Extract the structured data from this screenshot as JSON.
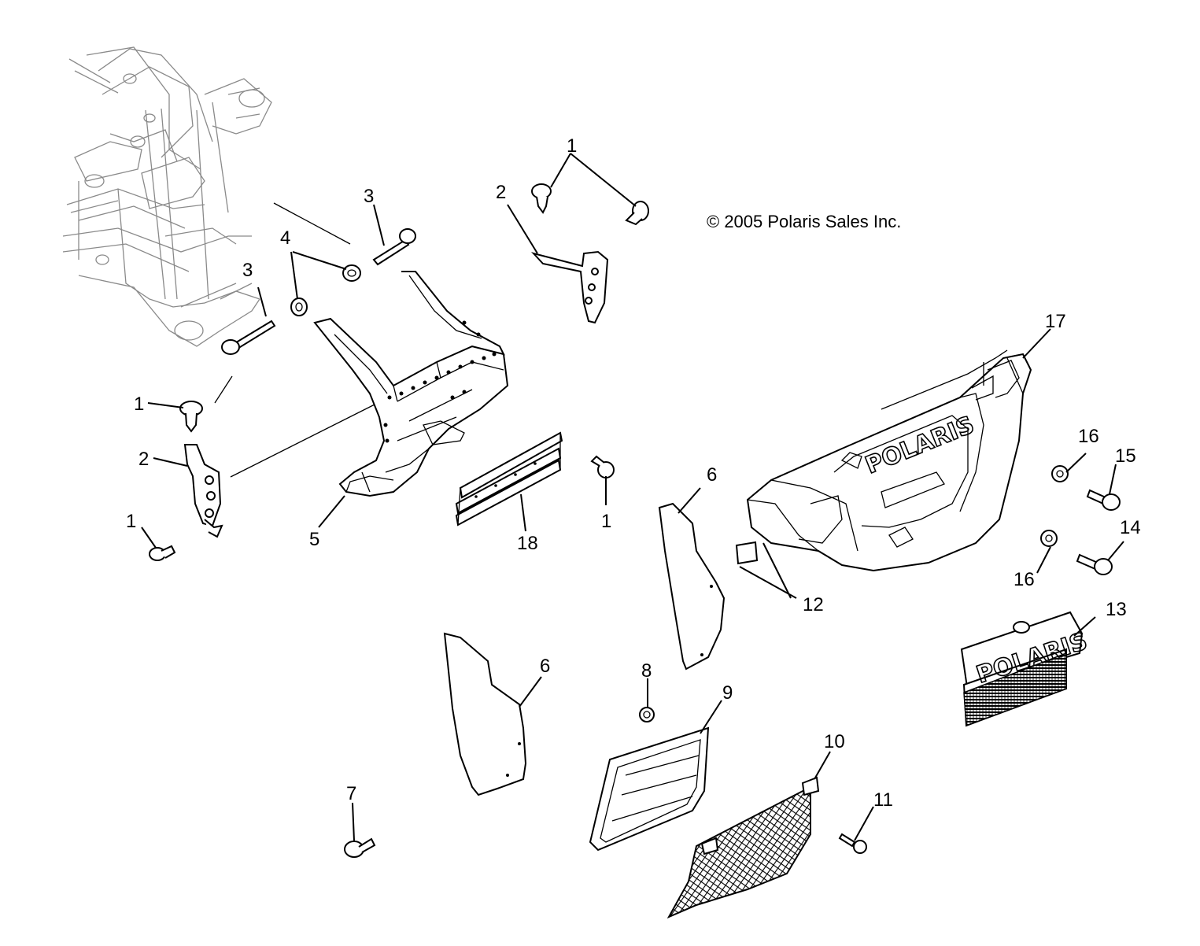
{
  "copyright": "© 2005 Polaris Sales Inc.",
  "brand": {
    "bumper_logo": "POLARIS",
    "panel_logo": "POLARIS"
  },
  "callouts": {
    "c1a": "1",
    "c1b": "1",
    "c1c": "1",
    "c1d": "1",
    "c2a": "2",
    "c2b": "2",
    "c3a": "3",
    "c3b": "3",
    "c4": "4",
    "c5": "5",
    "c6a": "6",
    "c6b": "6",
    "c7": "7",
    "c8": "8",
    "c9": "9",
    "c10": "10",
    "c11": "11",
    "c12": "12",
    "c13": "13",
    "c14": "14",
    "c15": "15",
    "c16a": "16",
    "c16b": "16",
    "c17": "17",
    "c18": "18"
  }
}
